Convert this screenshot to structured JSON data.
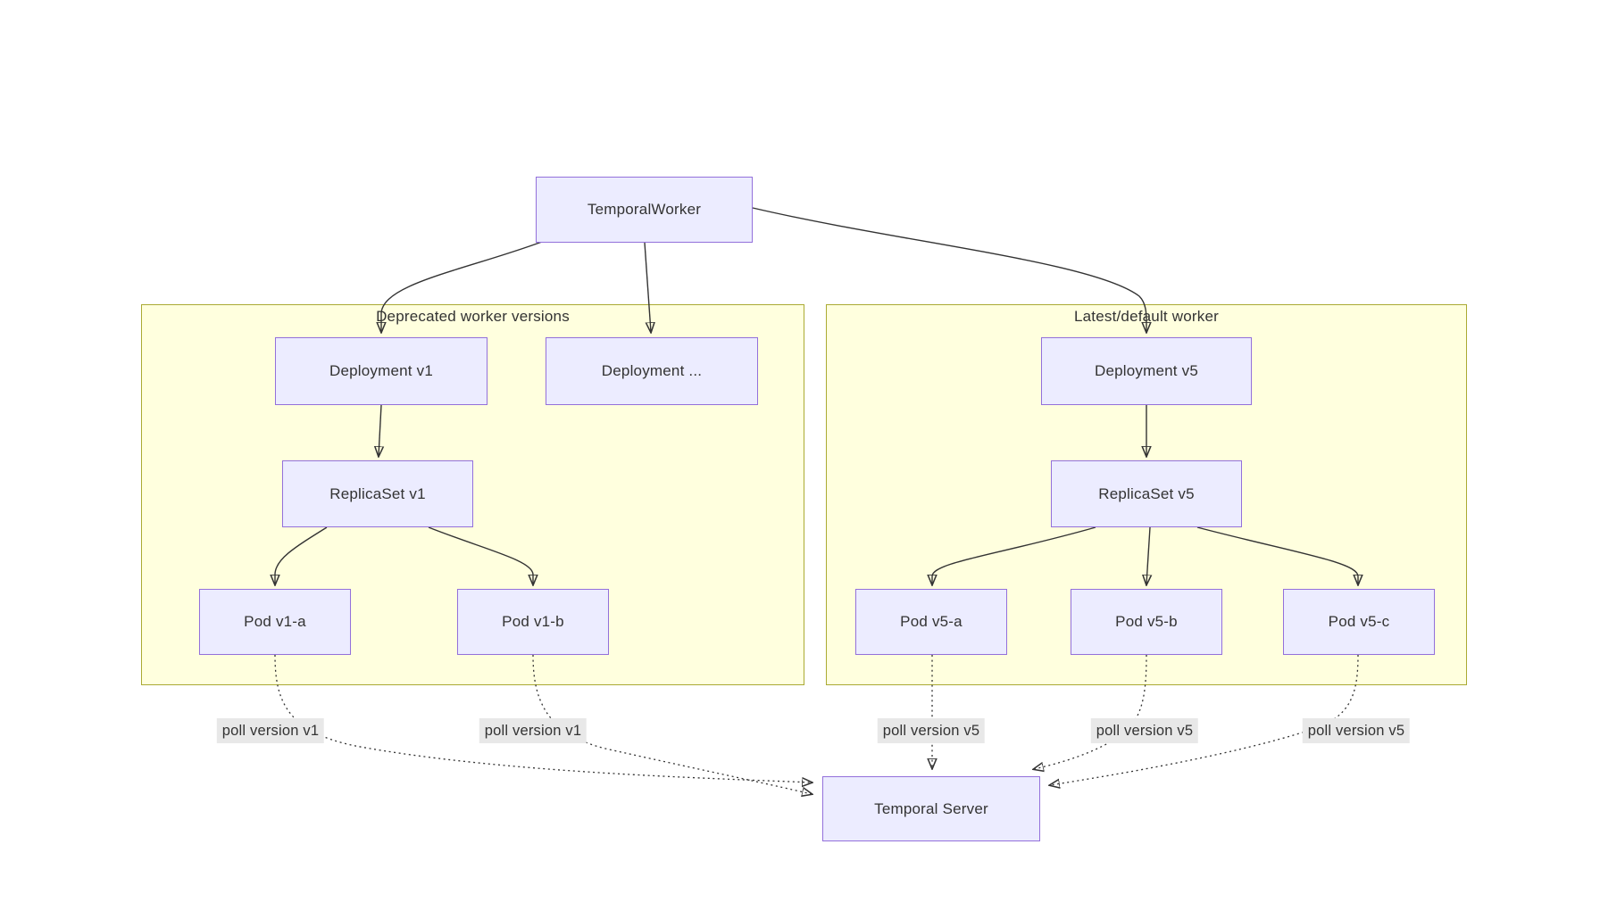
{
  "diagram": {
    "nodes": {
      "temporal_worker": "TemporalWorker",
      "deployment_v1": "Deployment v1",
      "deployment_ellipsis": "Deployment ...",
      "deployment_v5": "Deployment v5",
      "replicaset_v1": "ReplicaSet v1",
      "replicaset_v5": "ReplicaSet v5",
      "pod_v1_a": "Pod v1-a",
      "pod_v1_b": "Pod v1-b",
      "pod_v5_a": "Pod v5-a",
      "pod_v5_b": "Pod v5-b",
      "pod_v5_c": "Pod v5-c",
      "temporal_server": "Temporal Server"
    },
    "clusters": {
      "deprecated": {
        "title": "Deprecated worker versions"
      },
      "latest": {
        "title": "Latest/default worker"
      }
    },
    "edge_labels": {
      "from_pod_v1_a": "poll version v1",
      "from_pod_v1_b": "poll version v1",
      "from_pod_v5_a": "poll version v5",
      "from_pod_v5_b": "poll version v5",
      "from_pod_v5_c": "poll version v5"
    },
    "colors": {
      "node_fill": "#ECECFF",
      "node_border": "#9370DB",
      "cluster_fill": "#FFFFDE",
      "cluster_border": "#AAAA33",
      "edge": "#333333",
      "edge_label_bg": "#E8E8E8",
      "text": "#333333",
      "background": "#FFFFFF"
    }
  }
}
